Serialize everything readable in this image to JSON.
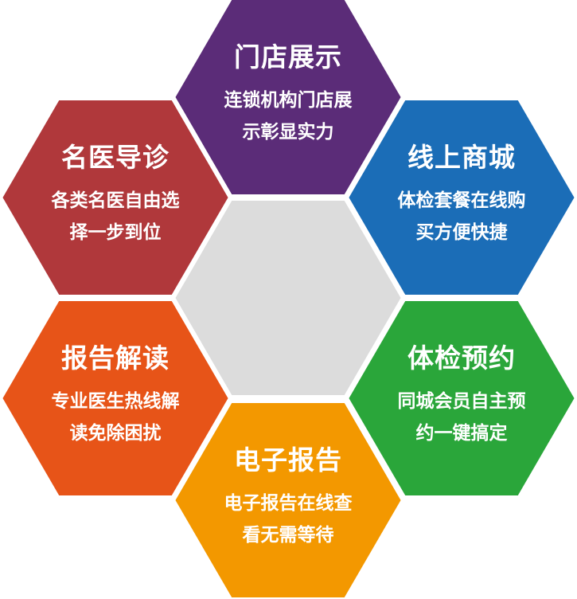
{
  "hexagons": [
    {
      "id": "store",
      "title": "门店展示",
      "lines": [
        "连锁机构门店展",
        "示彰显实力"
      ],
      "color": "#5b2c78"
    },
    {
      "id": "doctor",
      "title": "名医导诊",
      "lines": [
        "各类名医自由选",
        "择一步到位"
      ],
      "color": "#b0383b"
    },
    {
      "id": "mall",
      "title": "线上商城",
      "lines": [
        "体检套餐在线购",
        "买方便快捷"
      ],
      "color": "#1b6db7"
    },
    {
      "id": "report-read",
      "title": "报告解读",
      "lines": [
        "专业医生热线解",
        "读免除困扰"
      ],
      "color": "#e75418"
    },
    {
      "id": "booking",
      "title": "体检预约",
      "lines": [
        "同城会员自主预",
        "约一键搞定"
      ],
      "color": "#2aa63a"
    },
    {
      "id": "e-report",
      "title": "电子报告",
      "lines": [
        "电子报告在线查",
        "看无需等待"
      ],
      "color": "#f39800"
    }
  ],
  "center": {
    "color": "#dcdcdc"
  }
}
